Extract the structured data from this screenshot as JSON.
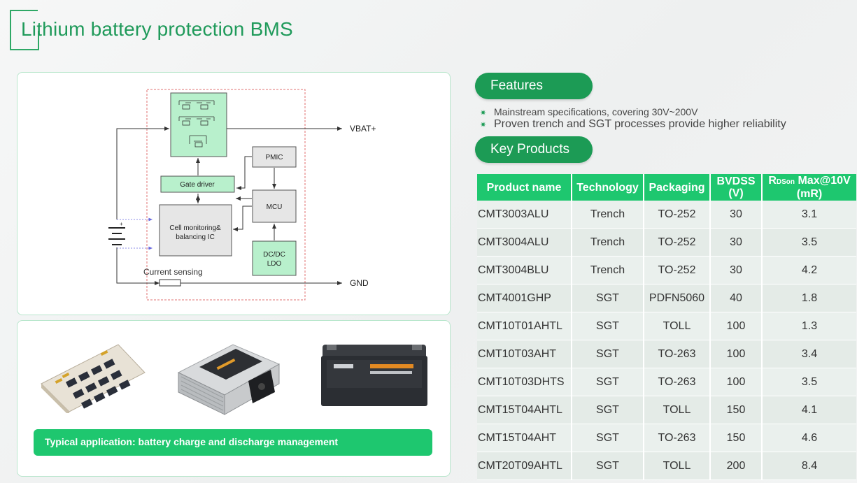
{
  "title": "Lithium battery protection BMS",
  "diagram": {
    "vbat": "VBAT+",
    "gnd": "GND",
    "gate_driver": "Gate driver",
    "pmic": "PMIC",
    "mcu": "MCU",
    "cell_line1": "Cell monitoring&",
    "cell_line2": "balancing IC",
    "dcdc_line1": "DC/DC",
    "dcdc_line2": "LDO",
    "current_sensing": "Current sensing",
    "plus": "+"
  },
  "application": "Typical application: battery charge and discharge management",
  "features": {
    "label": "Features",
    "items": [
      "Mainstream specifications, covering 30V~200V",
      "Proven trench and SGT processes provide higher reliability"
    ]
  },
  "key_products": {
    "label": "Key Products",
    "headers": [
      "Product name",
      "Technology",
      "Packaging",
      "BVDSS",
      "(V)",
      "R",
      "DSon",
      " Max@10V",
      "(mR)"
    ],
    "rows": [
      [
        "CMT3003ALU",
        "Trench",
        "TO-252",
        "30",
        "3.1"
      ],
      [
        "CMT3004ALU",
        "Trench",
        "TO-252",
        "30",
        "3.5"
      ],
      [
        "CMT3004BLU",
        "Trench",
        "TO-252",
        "30",
        "4.2"
      ],
      [
        "CMT4001GHP",
        "SGT",
        "PDFN5060",
        "40",
        "1.8"
      ],
      [
        "CMT10T01AHTL",
        "SGT",
        "TOLL",
        "100",
        "1.3"
      ],
      [
        "CMT10T03AHT",
        "SGT",
        "TO-263",
        "100",
        "3.4"
      ],
      [
        "CMT10T03DHTS",
        "SGT",
        "TO-263",
        "100",
        "3.5"
      ],
      [
        "CMT15T04AHTL",
        "SGT",
        "TOLL",
        "150",
        "4.1"
      ],
      [
        "CMT15T04AHT",
        "SGT",
        "TO-263",
        "150",
        "4.6"
      ],
      [
        "CMT20T09AHTL",
        "SGT",
        "TOLL",
        "200",
        "8.4"
      ]
    ]
  },
  "colors": {
    "title_green": "#1f9a5a",
    "pill_green": "#1c9b55",
    "header_green": "#1ec76f",
    "block_green": "#b8f0cc"
  }
}
